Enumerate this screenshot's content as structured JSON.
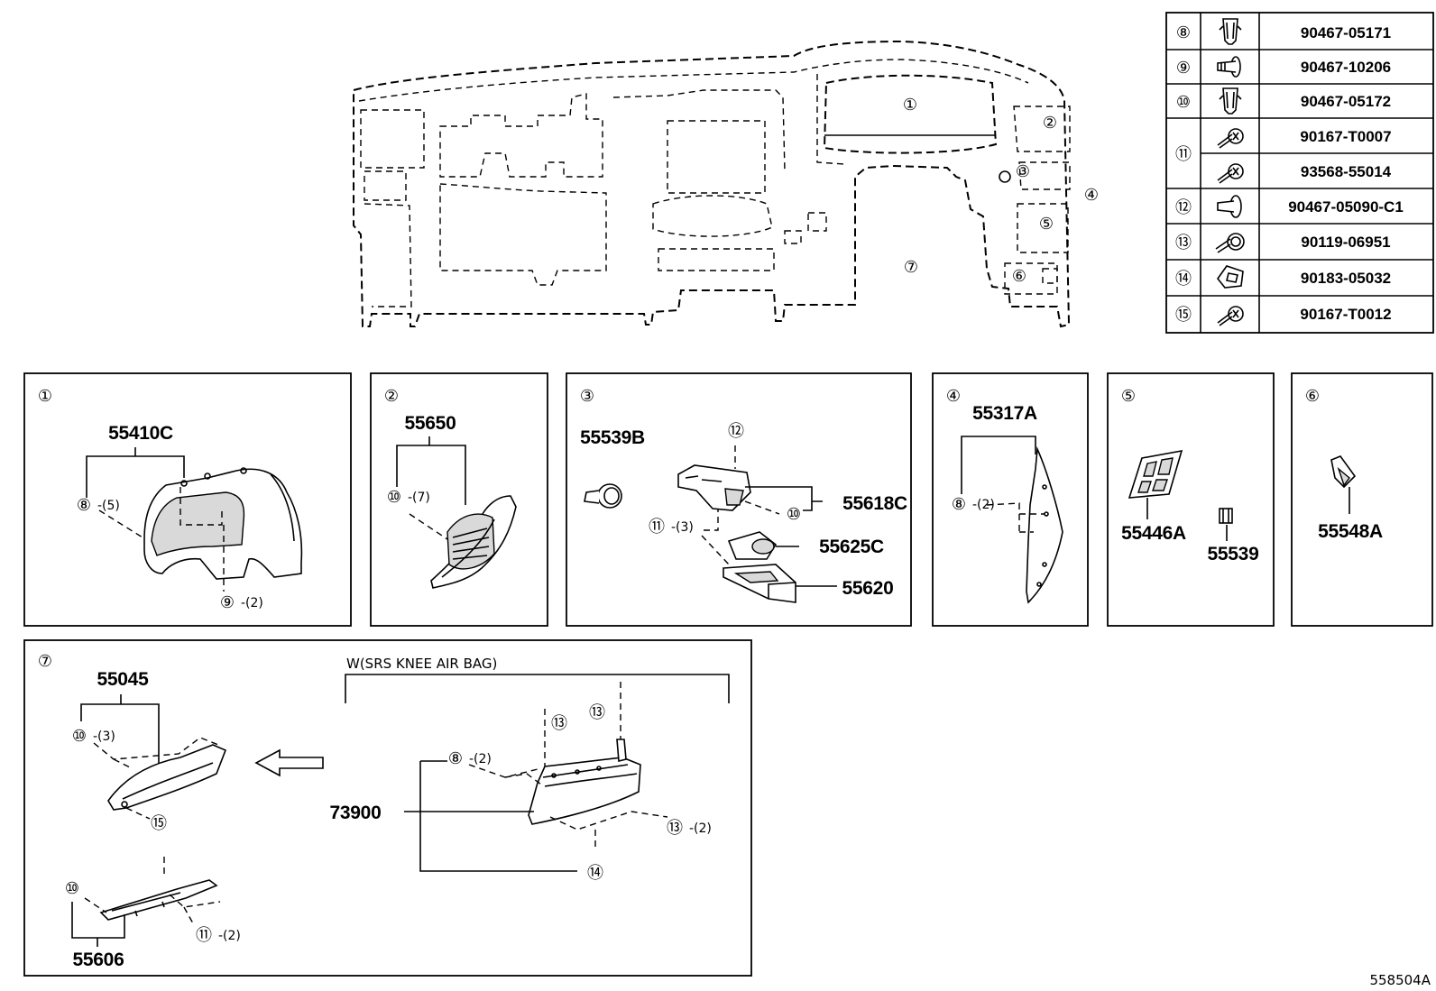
{
  "fastener_table": [
    {
      "callout": "⑧",
      "part_number": "90467-05171",
      "icon": "clip-icon"
    },
    {
      "callout": "⑨",
      "part_number": "90467-10206",
      "icon": "push-rivet-icon"
    },
    {
      "callout": "⑩",
      "part_number": "90467-05172",
      "icon": "clip-icon"
    },
    {
      "callout": "⑪",
      "part_number": "90167-T0007",
      "icon": "screw-icon"
    },
    {
      "callout": "",
      "part_number": "93568-55014",
      "icon": "screw-icon"
    },
    {
      "callout": "⑫",
      "part_number": "90467-05090-C1",
      "icon": "push-rivet-icon"
    },
    {
      "callout": "⑬",
      "part_number": "90119-06951",
      "icon": "bolt-icon"
    },
    {
      "callout": "⑭",
      "part_number": "90183-05032",
      "icon": "nut-clip-icon"
    },
    {
      "callout": "⑮",
      "part_number": "90167-T0012",
      "icon": "screw-icon"
    }
  ],
  "overview": {
    "callouts": [
      "①",
      "②",
      "③",
      "④",
      "⑤",
      "⑥",
      "⑦"
    ]
  },
  "panels": {
    "p1": {
      "index": "①",
      "part": "55410C",
      "clip": "⑧",
      "clip_qty": "-(5)",
      "rivet": "⑨",
      "rivet_qty": "-(2)"
    },
    "p2": {
      "index": "②",
      "part": "55650",
      "clip": "⑩",
      "clip_qty": "-(7)"
    },
    "p3": {
      "index": "③",
      "part_a": "55539B",
      "rivet": "⑫",
      "clip": "⑩",
      "part_b": "55618C",
      "screw": "⑪",
      "screw_qty": "-(3)",
      "part_c": "55625C",
      "part_d": "55620"
    },
    "p4": {
      "index": "④",
      "part": "55317A",
      "clip": "⑧",
      "clip_qty": "-(2)"
    },
    "p5": {
      "index": "⑤",
      "part_a": "55446A",
      "part_b": "55539"
    },
    "p6": {
      "index": "⑥",
      "part": "55548A"
    },
    "p7": {
      "index": "⑦",
      "part_a": "55045",
      "clip_a": "⑩",
      "clip_a_qty": "-(3)",
      "screw_a": "⑮",
      "part_b": "55606",
      "clip_b": "⑩",
      "screw_b": "⑪",
      "screw_b_qty": "-(2)",
      "variant_note": "W(SRS KNEE AIR BAG)",
      "part_c": "73900",
      "clip_c": "⑧",
      "clip_c_qty": "-(2)",
      "bolt_a": "⑬",
      "bolt_b": "⑬",
      "bolt_c": "⑬",
      "bolt_c_qty": "-(2)",
      "nut": "⑭"
    }
  },
  "drawing_id": "558504A"
}
